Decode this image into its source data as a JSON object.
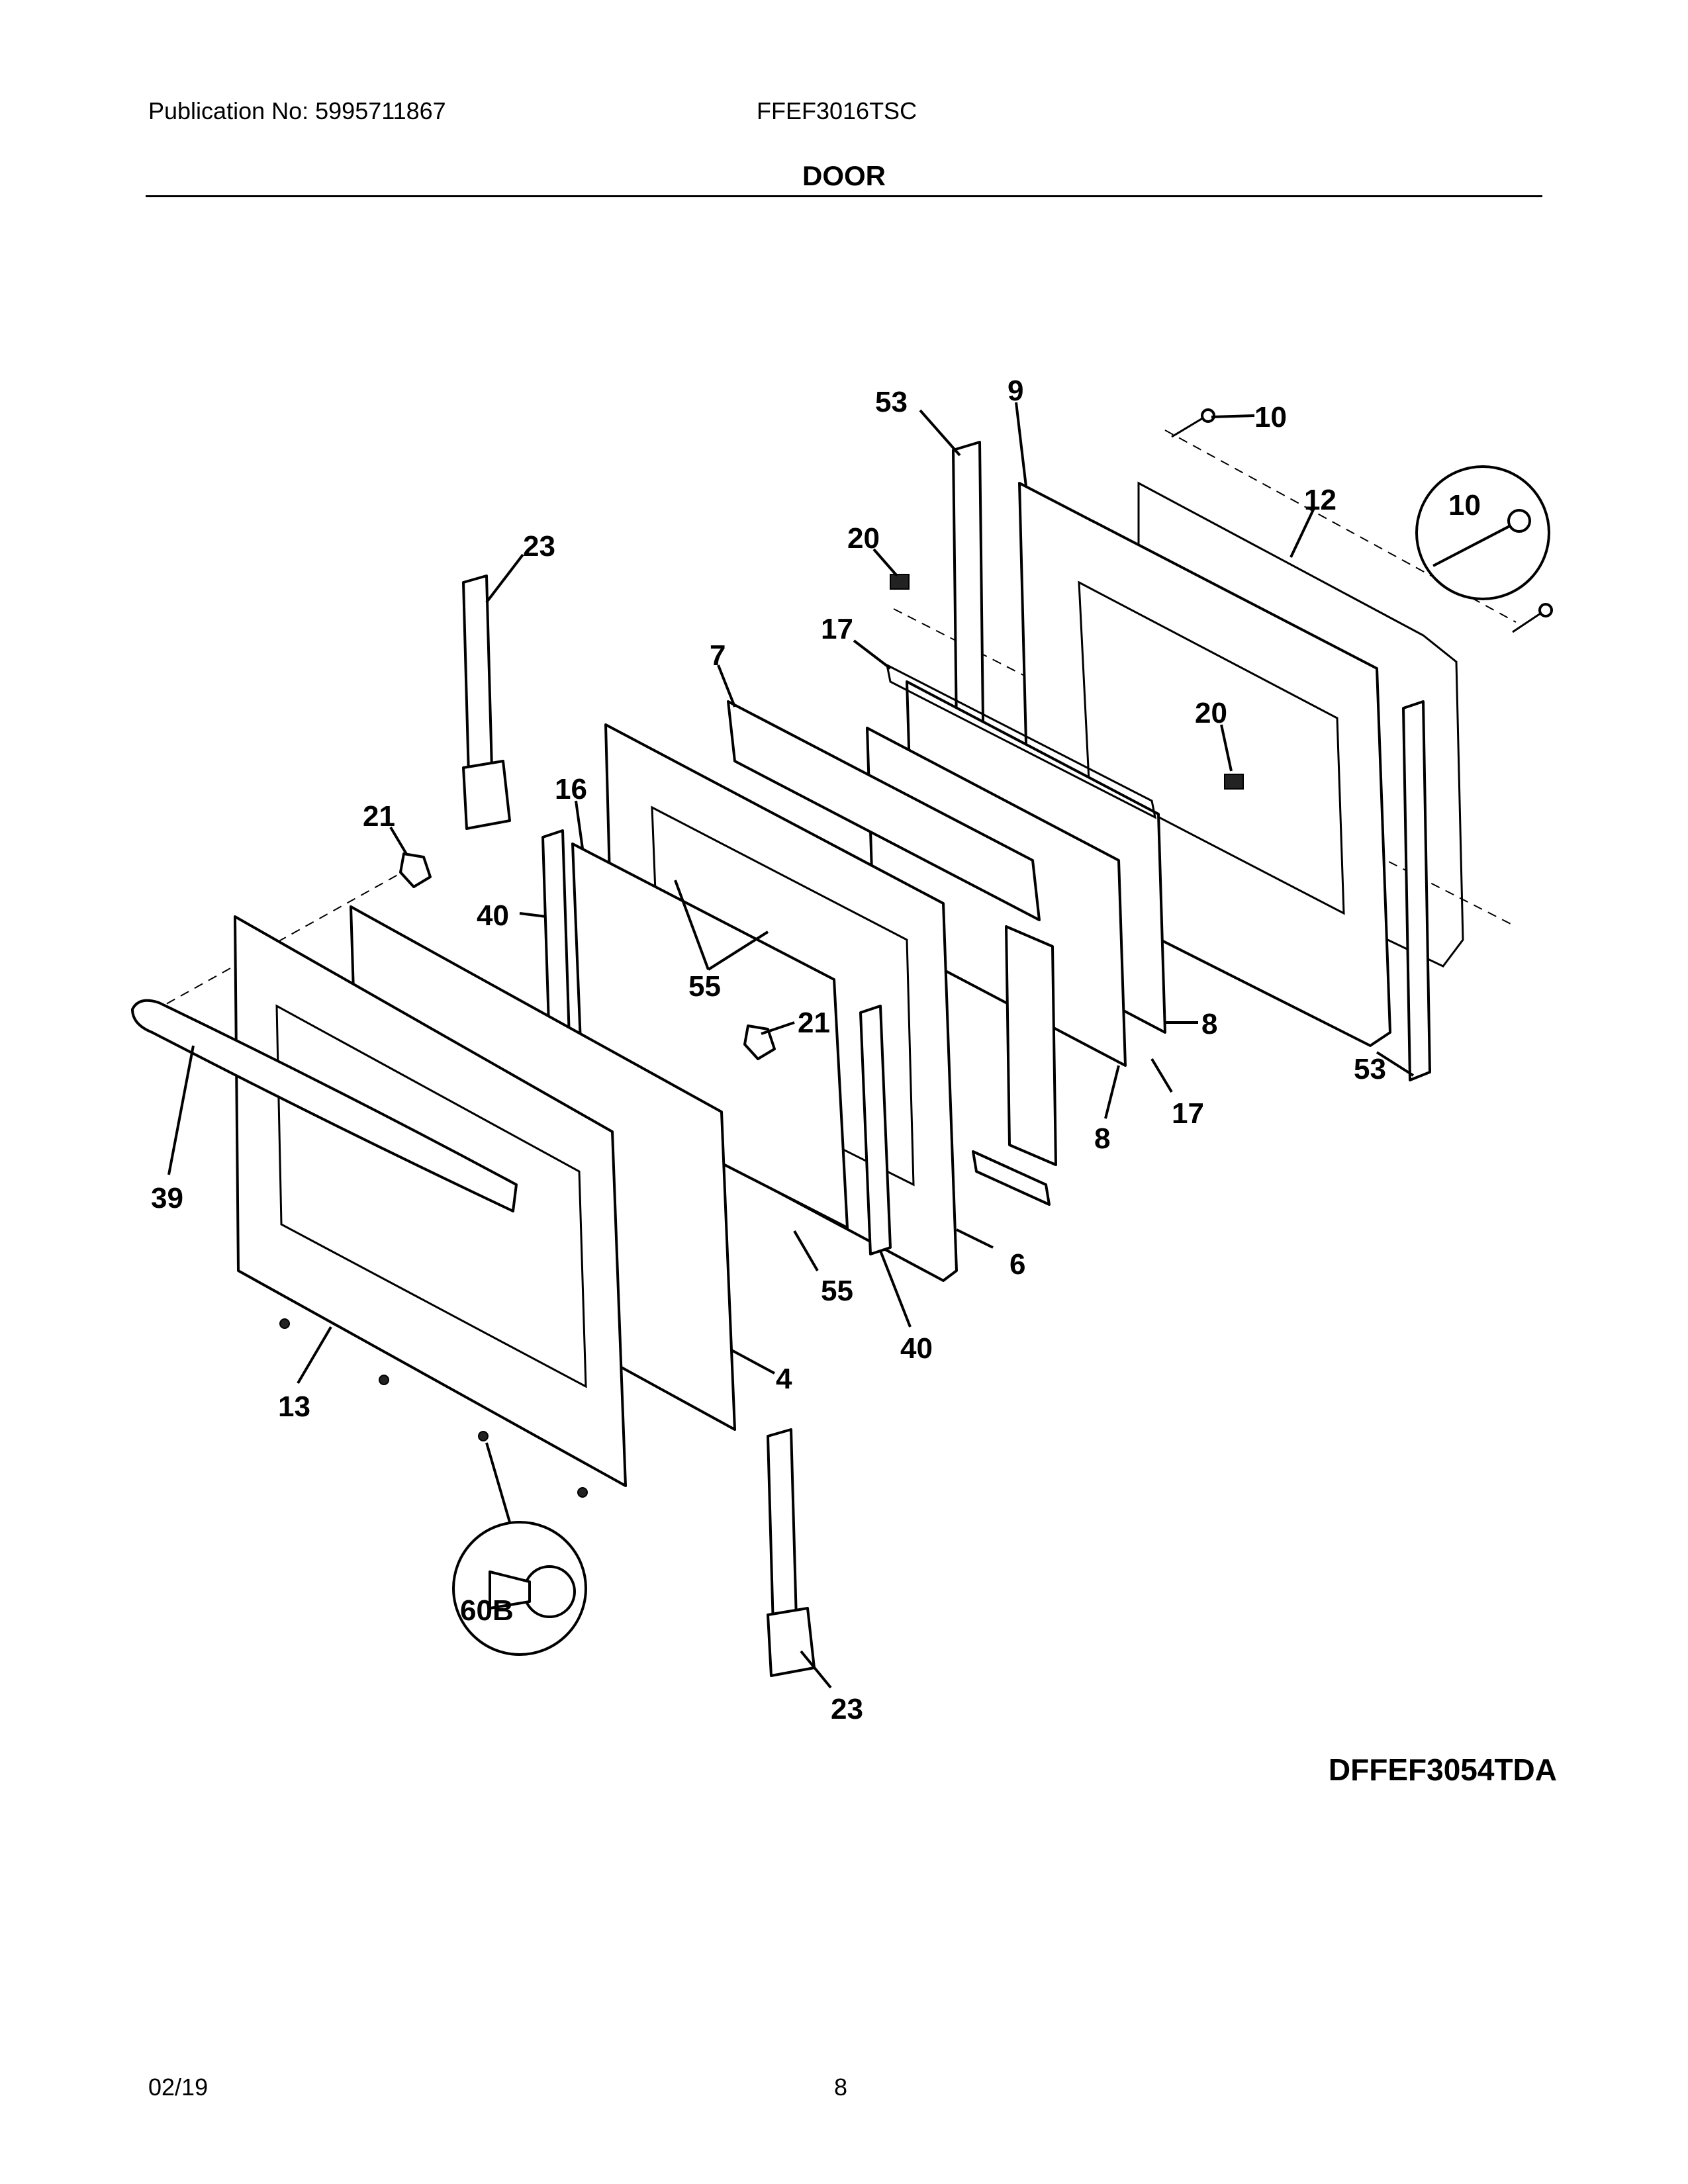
{
  "header": {
    "publication": "Publication No: 5995711867",
    "model": "FFEF3016TSC",
    "section": "DOOR"
  },
  "diagram_code": "DFFEF3054TDA",
  "footer": {
    "date": "02/19",
    "page": "8"
  },
  "callouts": {
    "c53a": "53",
    "c9": "9",
    "c10a": "10",
    "c12": "12",
    "c10b": "10",
    "c23a": "23",
    "c20a": "20",
    "c17a": "17",
    "c7": "7",
    "c20b": "20",
    "c21a": "21",
    "c16": "16",
    "c40a": "40",
    "c55a": "55",
    "c21b": "21",
    "c8a": "8",
    "c8b": "8",
    "c17b": "17",
    "c53b": "53",
    "c39": "39",
    "c6": "6",
    "c55b": "55",
    "c40b": "40",
    "c4": "4",
    "c13": "13",
    "c60b": "60B",
    "c23b": "23"
  }
}
